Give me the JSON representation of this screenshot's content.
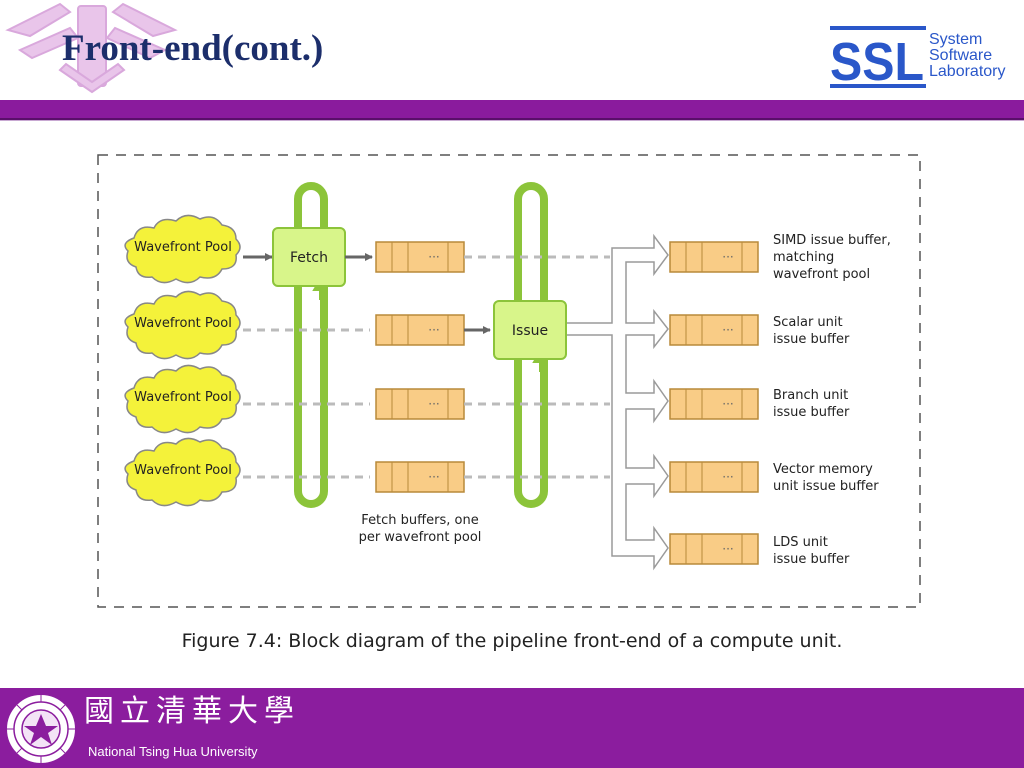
{
  "slide": {
    "title": "Front-end(cont.)"
  },
  "logo": {
    "mark": "SSL",
    "line1": "System",
    "line2": "Software",
    "line3": "Laboratory"
  },
  "diagram": {
    "pools": [
      "Wavefront Pool",
      "Wavefront Pool",
      "Wavefront Pool",
      "Wavefront Pool"
    ],
    "fetch_label": "Fetch",
    "issue_label": "Issue",
    "buffer_ellipsis": "···",
    "fetch_buffers_note": "Fetch buffers, one per wavefront pool",
    "outputs": [
      "SIMD issue buffer, matching wavefront pool",
      "Scalar unit issue buffer",
      "Branch unit issue buffer",
      "Vector memory unit issue buffer",
      "LDS unit issue buffer"
    ]
  },
  "figure": {
    "caption": "Figure 7.4:  Block diagram of the pipeline front-end of a compute unit."
  },
  "footer": {
    "chinese": "國立清華大學",
    "english": "National Tsing Hua University"
  },
  "colors": {
    "brand_purple": "#8a1b9d",
    "title_navy": "#1c2e6b",
    "logo_blue": "#2a57c9",
    "pool_yellow": "#f4f23a",
    "unit_green": "#d8f58a",
    "loop_green": "#8cc43a",
    "buffer_orange": "#f9cc86"
  }
}
